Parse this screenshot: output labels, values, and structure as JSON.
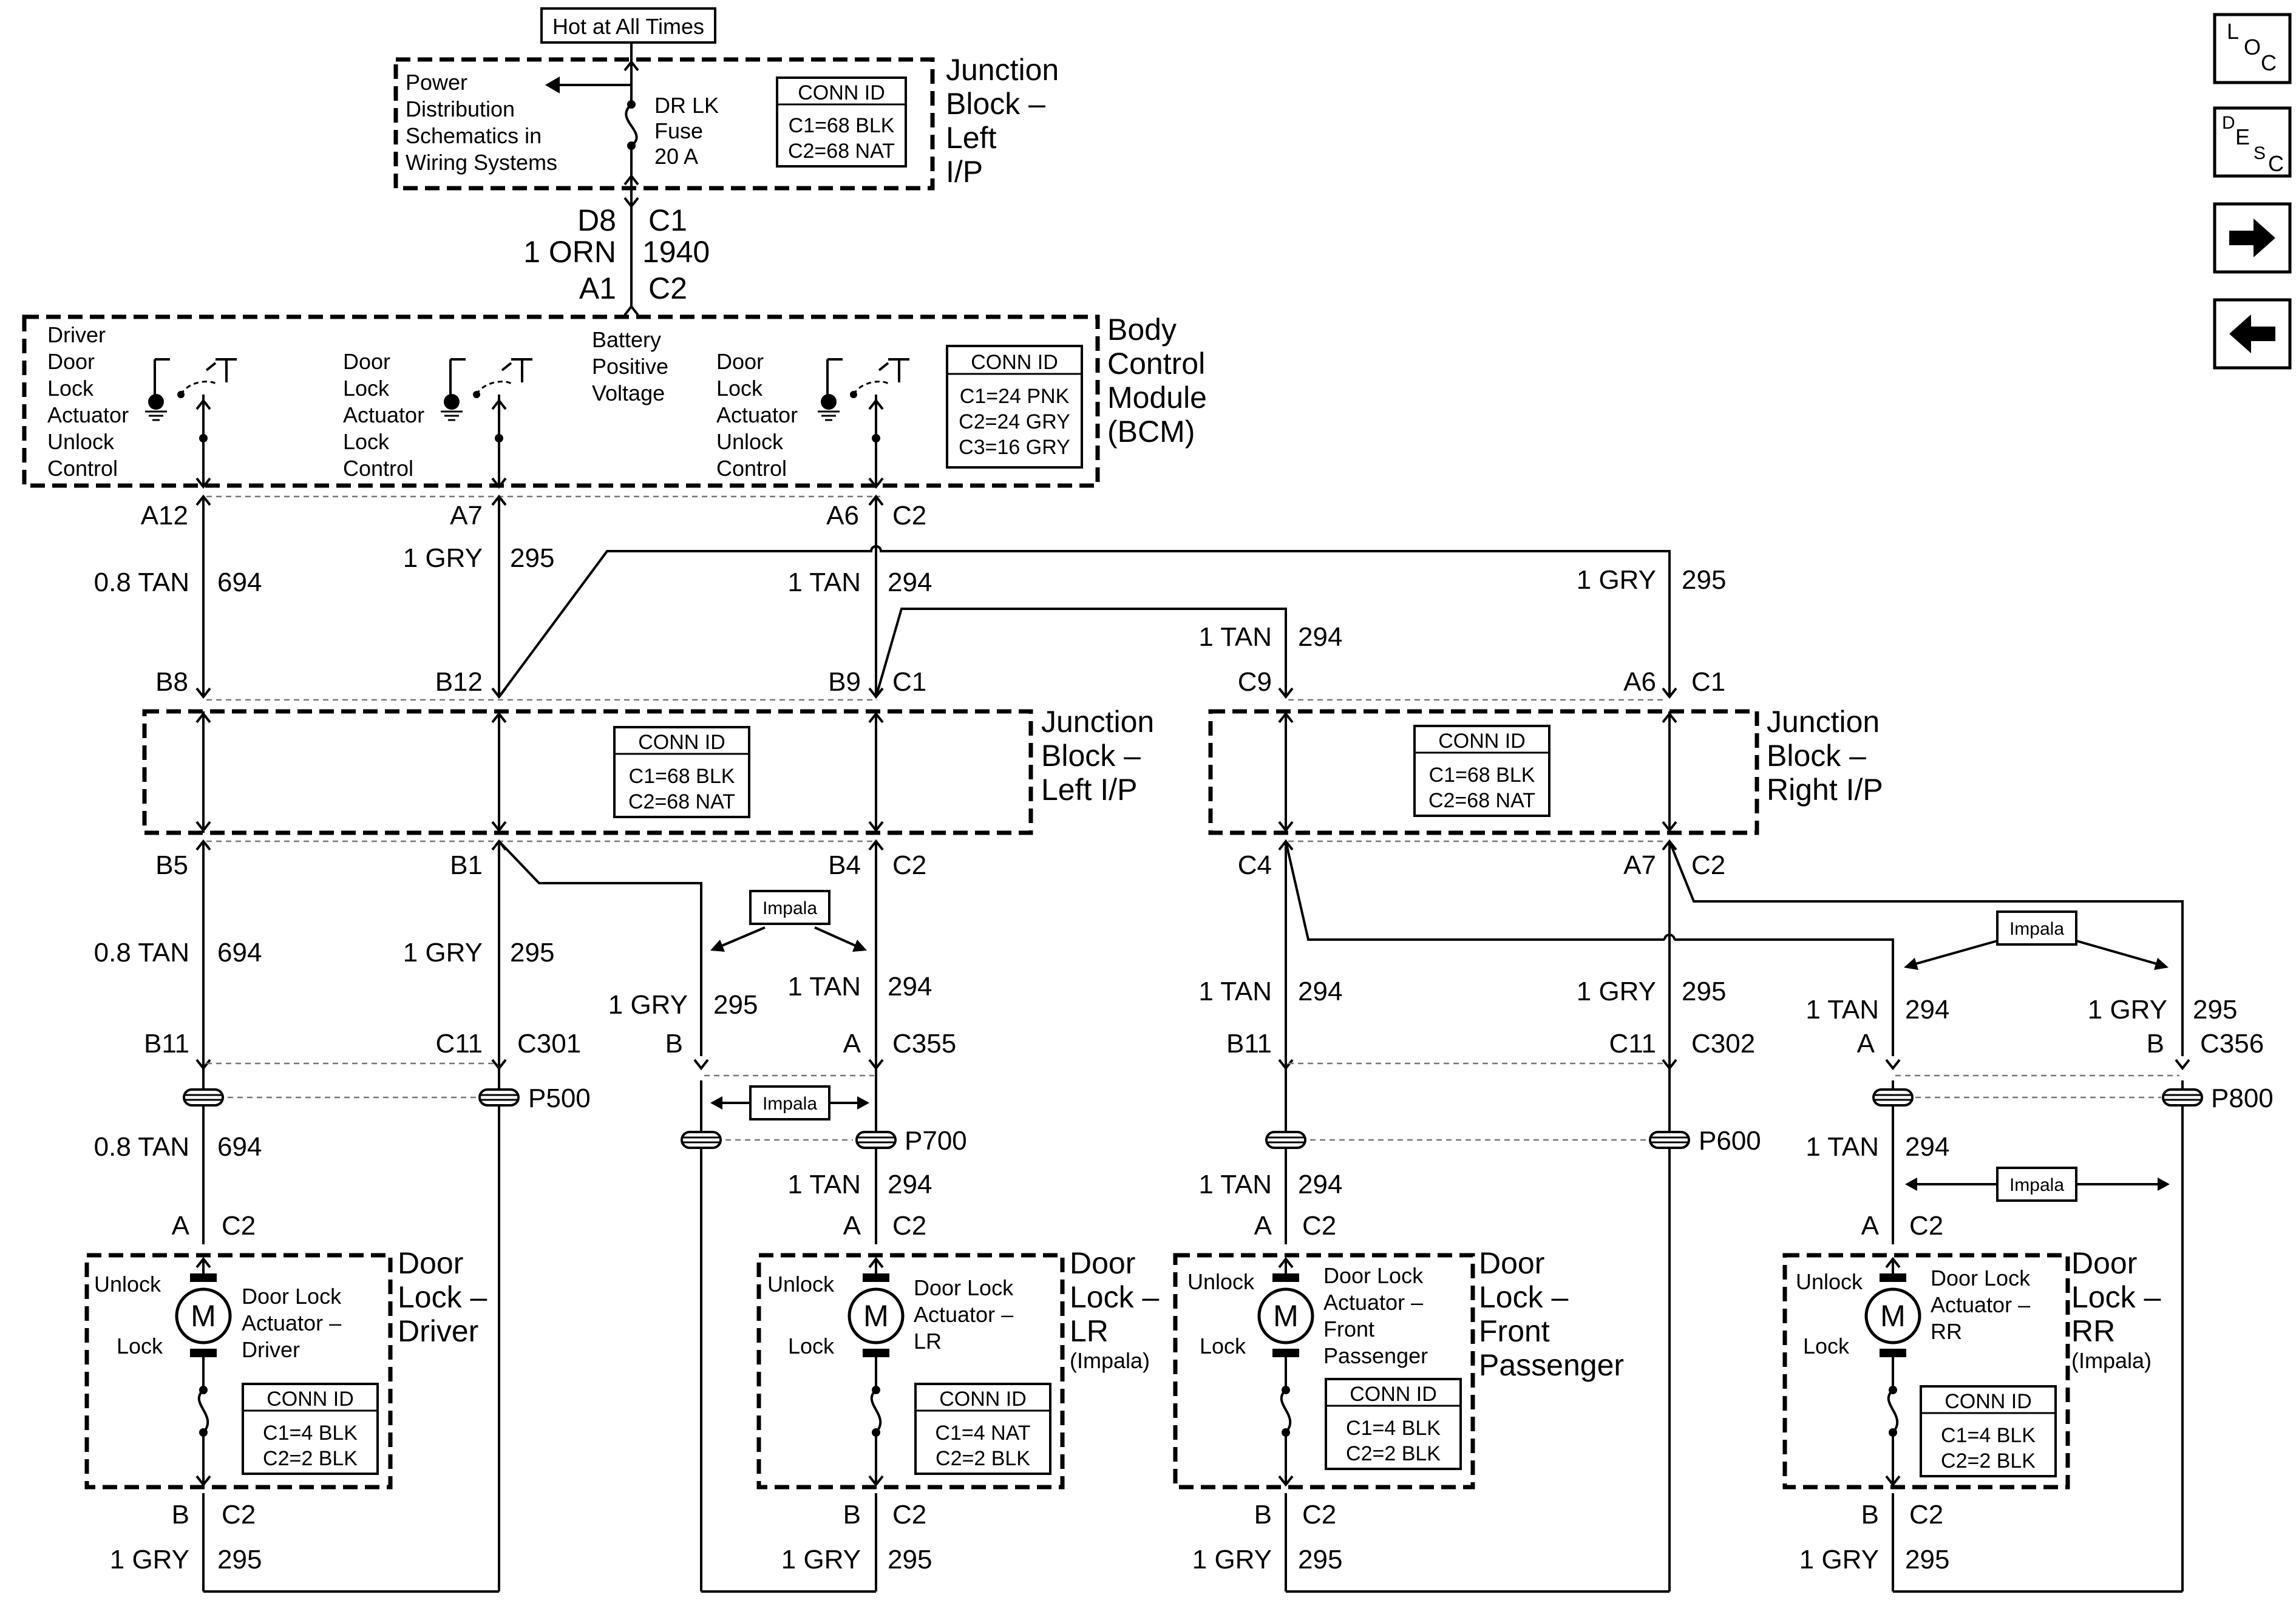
{
  "top": {
    "hot_at_all_times": "Hot at All Times",
    "power_ref": [
      "Power",
      "Distribution",
      "Schematics in",
      "Wiring Systems"
    ],
    "fuse": [
      "DR LK",
      "Fuse",
      "20 A"
    ],
    "fuse_conn": {
      "title": "CONN ID",
      "lines": [
        "C1=68 BLK",
        "C2=68 NAT"
      ]
    },
    "jb_title": [
      "Junction",
      "Block –",
      "Left",
      "I/P"
    ],
    "pin_d8": "D8",
    "pin_c1": "C1",
    "wire_gauge": "1 ORN",
    "wire_circuit": "1940",
    "pin_a1": "A1",
    "pin_c2": "C2"
  },
  "bcm": {
    "title": [
      "Body",
      "Control",
      "Module",
      "(BCM)"
    ],
    "conn": {
      "title": "CONN ID",
      "lines": [
        "C1=24 PNK",
        "C2=24 GRY",
        "C3=16 GRY"
      ]
    },
    "driver_unlock": [
      "Driver",
      "Door",
      "Lock",
      "Actuator",
      "Unlock",
      "Control"
    ],
    "lock_ctrl": [
      "Door",
      "Lock",
      "Actuator",
      "Lock",
      "Control"
    ],
    "battery": [
      "Battery",
      "Positive",
      "Voltage"
    ],
    "unlock_ctrl": [
      "Door",
      "Lock",
      "Actuator",
      "Unlock",
      "Control"
    ],
    "pin_a12": "A12",
    "pin_a7": "A7",
    "pin_a6": "A6",
    "pin_c2": "C2"
  },
  "wires_upper": {
    "tan08": "0.8 TAN",
    "c694": "694",
    "gry1": "1 GRY",
    "c295": "295",
    "tan1": "1 TAN",
    "c294": "294"
  },
  "jb_left": {
    "title": [
      "Junction",
      "Block –",
      "Left I/P"
    ],
    "conn": {
      "title": "CONN ID",
      "lines": [
        "C1=68 BLK",
        "C2=68 NAT"
      ]
    },
    "top_pins": [
      "B8",
      "B12",
      "B9",
      "C1"
    ],
    "bot_pins": [
      "B5",
      "B1",
      "B4",
      "C2"
    ]
  },
  "jb_right": {
    "title": [
      "Junction",
      "Block –",
      "Right I/P"
    ],
    "conn": {
      "title": "CONN ID",
      "lines": [
        "C1=68 BLK",
        "C2=68 NAT"
      ]
    },
    "top_pins": [
      "C9",
      "A6",
      "C1"
    ],
    "bot_pins": [
      "C4",
      "A7",
      "C2"
    ]
  },
  "connectors": {
    "b11": "B11",
    "c11": "C11",
    "c301": "C301",
    "b": "B",
    "a": "A",
    "c355": "C355",
    "c302": "C302",
    "c356": "C356",
    "p500": "P500",
    "p700": "P700",
    "p600": "P600",
    "p800": "P800",
    "impala": "Impala"
  },
  "actuators": {
    "unlock": "Unlock",
    "lock": "Lock",
    "motor": "M",
    "pin_a": "A",
    "pin_b": "B",
    "pin_c2": "C2",
    "driver": {
      "inner": [
        "Door Lock",
        "Actuator –",
        "Driver"
      ],
      "title": [
        "Door",
        "Lock –",
        "Driver"
      ],
      "conn": {
        "title": "CONN ID",
        "lines": [
          "C1=4 BLK",
          "C2=2 BLK"
        ]
      }
    },
    "lr": {
      "inner": [
        "Door Lock",
        "Actuator –",
        "LR"
      ],
      "title": [
        "Door",
        "Lock –",
        "LR"
      ],
      "sub": "(Impala)",
      "conn": {
        "title": "CONN ID",
        "lines": [
          "C1=4 NAT",
          "C2=2 BLK"
        ]
      }
    },
    "fp": {
      "inner": [
        "Door Lock",
        "Actuator –",
        "Front",
        "Passenger"
      ],
      "title": [
        "Door",
        "Lock –",
        "Front",
        "Passenger"
      ],
      "conn": {
        "title": "CONN ID",
        "lines": [
          "C1=4 BLK",
          "C2=2 BLK"
        ]
      }
    },
    "rr": {
      "inner": [
        "Door Lock",
        "Actuator –",
        "RR"
      ],
      "title": [
        "Door",
        "Lock –",
        "RR"
      ],
      "sub": "(Impala)",
      "conn": {
        "title": "CONN ID",
        "lines": [
          "C1=4 BLK",
          "C2=2 BLK"
        ]
      }
    }
  },
  "nav": {
    "loc": [
      "L",
      "O",
      "C"
    ],
    "desc": [
      "D",
      "E",
      "S",
      "C"
    ]
  }
}
